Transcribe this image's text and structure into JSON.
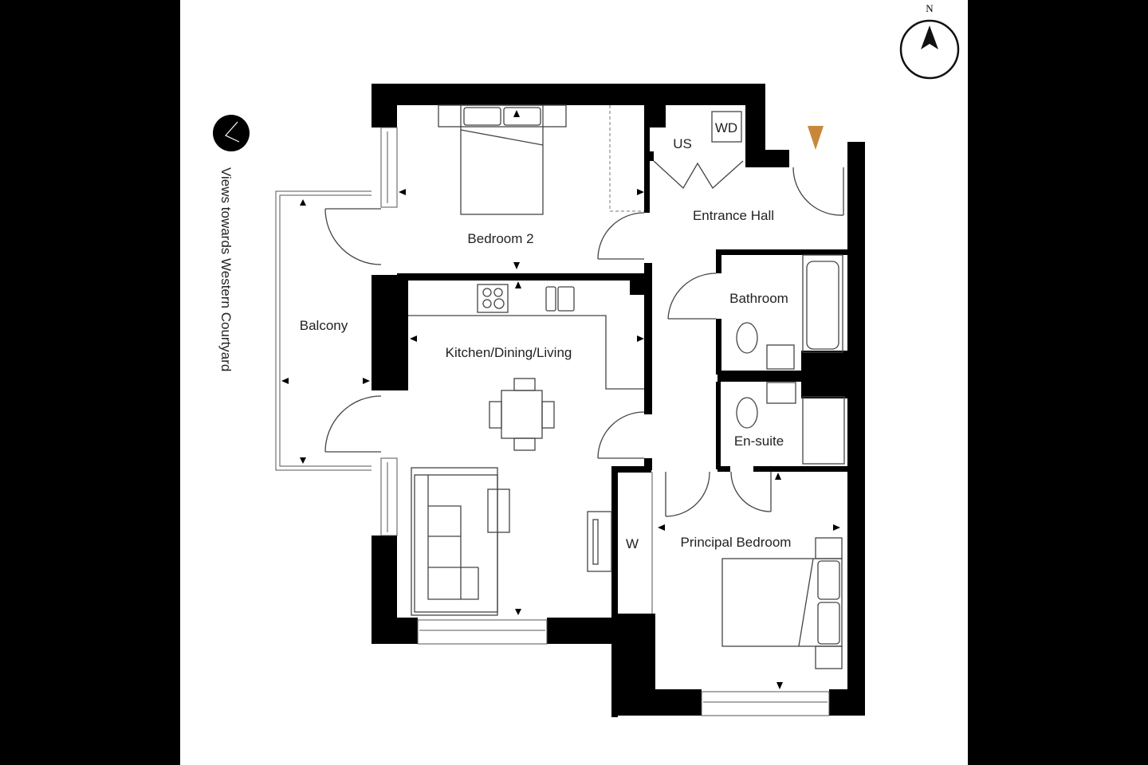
{
  "compass": {
    "label": "N"
  },
  "view_label": "Views towards Western Courtyard",
  "rooms": {
    "bedroom2": "Bedroom 2",
    "us": "US",
    "wd": "WD",
    "entrance_hall": "Entrance Hall",
    "balcony": "Balcony",
    "kitchen": "Kitchen/Dining/Living",
    "bathroom": "Bathroom",
    "ensuite": "En-suite",
    "wardrobe": "W",
    "principal_bedroom": "Principal Bedroom"
  },
  "colors": {
    "entrance_marker": "#c8873a",
    "walls": "#000000"
  }
}
